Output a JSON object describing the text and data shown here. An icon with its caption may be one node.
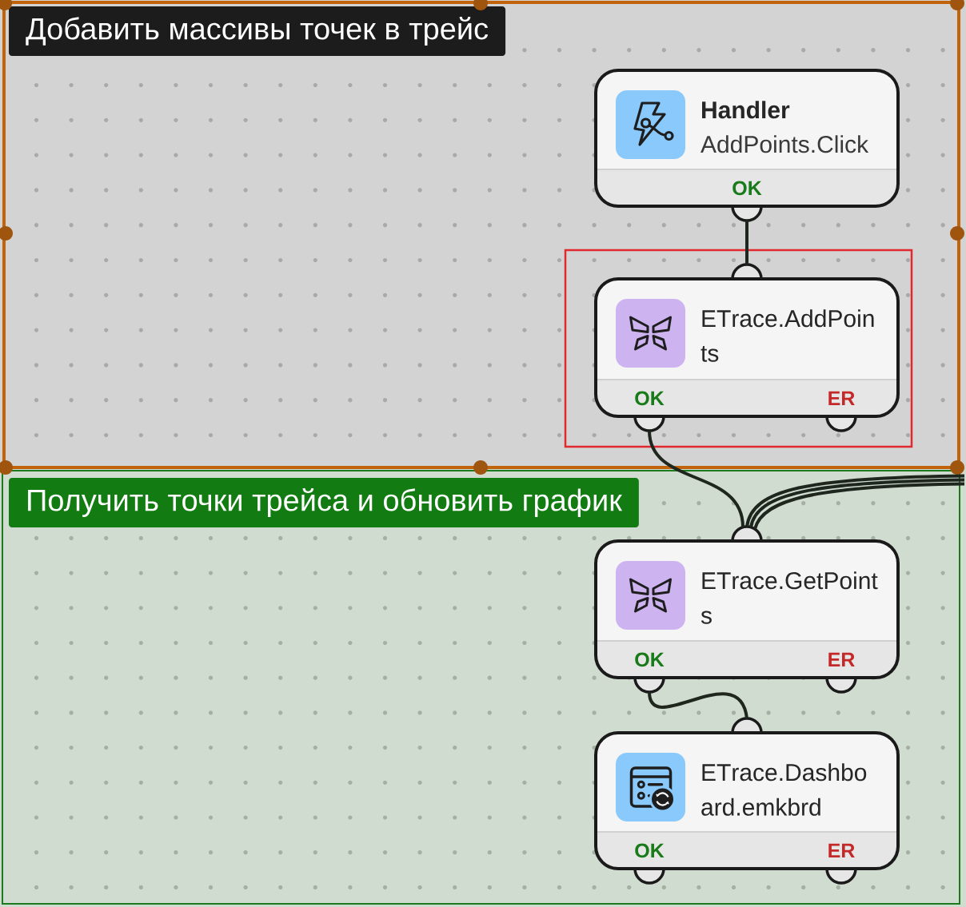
{
  "diagram": {
    "nodes": [
      {
        "text": [
          "Добавить массивы точек в трейс"
        ]
      },
      {
        "text": [
          "Handler",
          "AddPoints.Click",
          "OK"
        ],
        "in": 0
      },
      {
        "text": [
          "ETrace.AddPoints",
          "OK",
          "ER"
        ],
        "in": 0
      },
      {
        "text": [
          "Получить точки трейса и обновить график"
        ]
      },
      {
        "text": [
          "ETrace.GetPoints",
          "OK",
          "ER"
        ],
        "in": 3
      },
      {
        "text": [
          "ETrace.Dashboard.emkbrd",
          "OK",
          "ER"
        ],
        "in": 3
      }
    ],
    "edges": [
      {
        "from": 1,
        "to": 2,
        "arrow": "none"
      },
      {
        "from": 2,
        "to": 4,
        "arrow": "none"
      },
      {
        "from": null,
        "to": 4,
        "arrow": "none"
      },
      {
        "from": null,
        "to": 4,
        "arrow": "none"
      },
      {
        "from": null,
        "to": 4,
        "arrow": "none"
      },
      {
        "from": 4,
        "to": 5,
        "arrow": "none"
      }
    ]
  }
}
